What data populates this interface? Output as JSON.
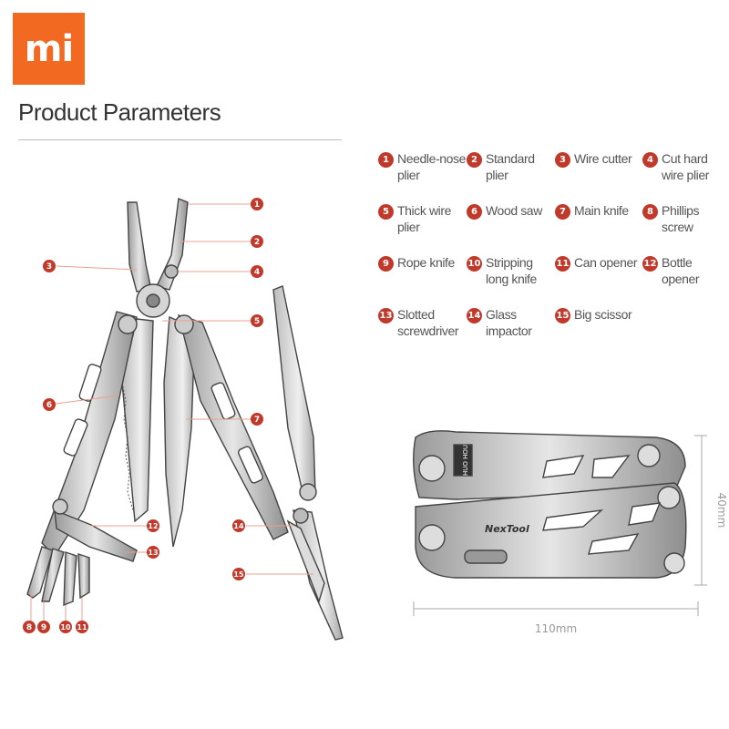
{
  "brand": {
    "logo_text": "mi",
    "accent": "#f26a21"
  },
  "header": {
    "title": "Product Parameters"
  },
  "legend": [
    {
      "num": "1",
      "label": "Needle-nose\nplier"
    },
    {
      "num": "2",
      "label": "Standard\nplier"
    },
    {
      "num": "3",
      "label": "Wire cutter"
    },
    {
      "num": "4",
      "label": "Cut hard\nwire plier"
    },
    {
      "num": "5",
      "label": "Thick wire\nplier"
    },
    {
      "num": "6",
      "label": "Wood saw"
    },
    {
      "num": "7",
      "label": "Main knife"
    },
    {
      "num": "8",
      "label": "Phillips\nscrew"
    },
    {
      "num": "9",
      "label": "Rope knife"
    },
    {
      "num": "10",
      "label": "Stripping\nlong knife"
    },
    {
      "num": "11",
      "label": "Can opener"
    },
    {
      "num": "12",
      "label": "Bottle\nopener"
    },
    {
      "num": "13",
      "label": "Slotted\nscrewdriver"
    },
    {
      "num": "14",
      "label": "Glass\nimpactor"
    },
    {
      "num": "15",
      "label": "Big scissor"
    }
  ],
  "callouts": [
    "1",
    "2",
    "3",
    "4",
    "5",
    "6",
    "7",
    "8",
    "9",
    "10",
    "11",
    "12",
    "13",
    "14",
    "15"
  ],
  "product": {
    "brand_text": "NexTool",
    "badge_text": "HUO\nHOU",
    "width_label": "110mm",
    "height_label": "40mm"
  },
  "colors": {
    "marker": "#c0392b",
    "line": "#e8a090",
    "metal": "#cfcfcf",
    "outline": "#444444"
  }
}
